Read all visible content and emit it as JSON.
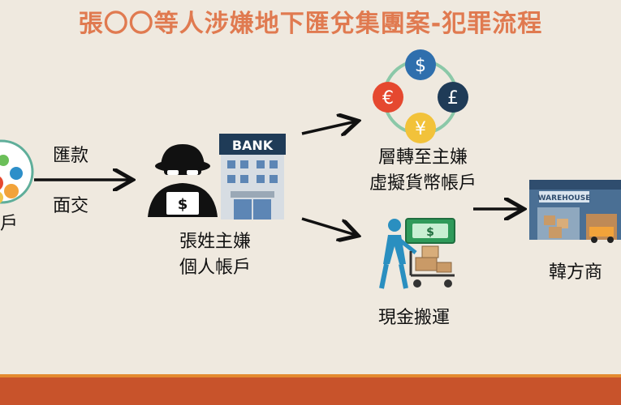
{
  "title": "張〇〇等人涉嫌地下匯兌集團案-犯罪流程",
  "edges": {
    "remit_label": "匯款",
    "face_label": "面交"
  },
  "nodes": {
    "suspect_account_line1": "張姓主嫌",
    "suspect_account_line2": "個人帳戶",
    "crypto_line1": "層轉至主嫌",
    "crypto_line2": "虛擬貨幣帳戶",
    "cash_transport": "現金搬運",
    "korean_vendor": "韓方商",
    "left_node_partial": "戶"
  },
  "icons": {
    "bank_sign": "BANK",
    "warehouse_sign": "WAREHOUSE",
    "dollar": "$",
    "euro": "€",
    "pound": "£",
    "yen": "¥"
  },
  "colors": {
    "title": "#e07a50",
    "bottom_bar": "#c8532b",
    "bottom_bar_stripe": "#e38a2f",
    "background": "#efe9df"
  }
}
